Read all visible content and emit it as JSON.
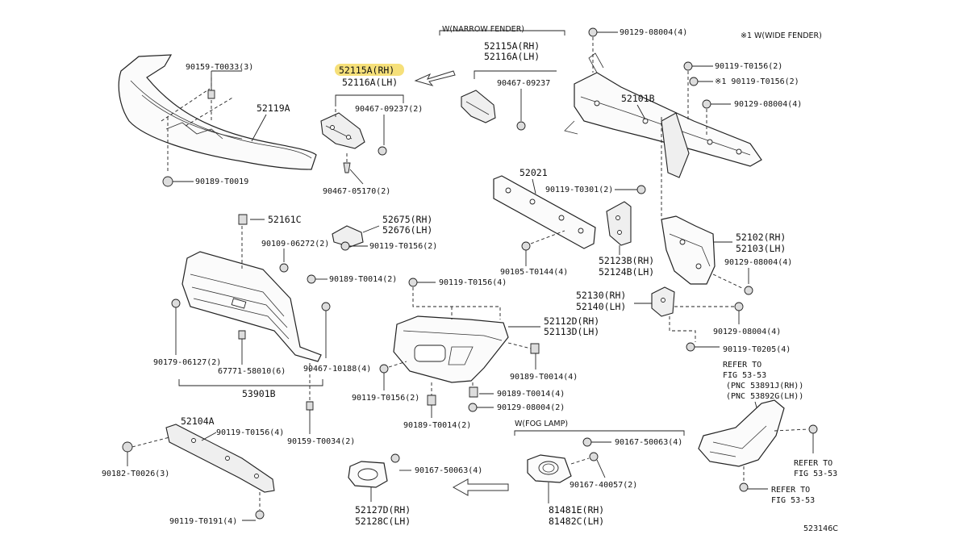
{
  "notes": {
    "narrow_fender": "W(NARROW FENDER)",
    "wide_fender": "※1 W(WIDE FENDER)",
    "fog_lamp": "W(FOG LAMP)",
    "figure_code": "523146C",
    "highlight_color": "#f6e07a"
  },
  "labels": [
    {
      "id": "52115A-rh-highlighted",
      "text": "52115A(RH)"
    },
    {
      "id": "52116A-lh",
      "text": "52116A(LH)"
    },
    {
      "id": "90159-T0033",
      "text": "90159-T0033(3)"
    },
    {
      "id": "52119A",
      "text": "52119A"
    },
    {
      "id": "90467-09237-2",
      "text": "90467-09237(2)"
    },
    {
      "id": "90189-T0019",
      "text": "90189-T0019"
    },
    {
      "id": "90467-05170",
      "text": "90467-05170(2)"
    },
    {
      "id": "nf-52115A-rh",
      "text": "52115A(RH)"
    },
    {
      "id": "nf-52116A-lh",
      "text": "52116A(LH)"
    },
    {
      "id": "nf-90467-09237",
      "text": "90467-09237"
    },
    {
      "id": "90129-08004-top",
      "text": "90129-08004(4)"
    },
    {
      "id": "90119-T0156-top",
      "text": "90119-T0156(2)"
    },
    {
      "id": "wf-90119-T0156",
      "text": "※1 90119-T0156(2)"
    },
    {
      "id": "52101B",
      "text": "52101B"
    },
    {
      "id": "90129-08004-right",
      "text": "90129-08004(4)"
    },
    {
      "id": "52021",
      "text": "52021"
    },
    {
      "id": "90119-T0301",
      "text": "90119-T0301(2)"
    },
    {
      "id": "52161C",
      "text": "52161C"
    },
    {
      "id": "52675-rh",
      "text": "52675(RH)"
    },
    {
      "id": "52676-lh",
      "text": "52676(LH)"
    },
    {
      "id": "90109-06272",
      "text": "90109-06272(2)"
    },
    {
      "id": "90119-T0156-mid",
      "text": "90119-T0156(2)"
    },
    {
      "id": "52102-rh",
      "text": "52102(RH)"
    },
    {
      "id": "52103-lh",
      "text": "52103(LH)"
    },
    {
      "id": "90129-08004-mid",
      "text": "90129-08004(4)"
    },
    {
      "id": "52123B-rh",
      "text": "52123B(RH)"
    },
    {
      "id": "52124B-lh",
      "text": "52124B(LH)"
    },
    {
      "id": "90105-T0144",
      "text": "90105-T0144(4)"
    },
    {
      "id": "90189-T0014-grille",
      "text": "90189-T0014(2)"
    },
    {
      "id": "90119-T0156-4",
      "text": "90119-T0156(4)"
    },
    {
      "id": "52130-rh",
      "text": "52130(RH)"
    },
    {
      "id": "52140-lh",
      "text": "52140(LH)"
    },
    {
      "id": "52112D-rh",
      "text": "52112D(RH)"
    },
    {
      "id": "52113D-lh",
      "text": "52113D(LH)"
    },
    {
      "id": "90129-08004-low",
      "text": "90129-08004(4)"
    },
    {
      "id": "90119-T0205",
      "text": "90119-T0205(4)"
    },
    {
      "id": "90179-06127",
      "text": "90179-06127(2)"
    },
    {
      "id": "67771-58010",
      "text": "67771-58010(6)"
    },
    {
      "id": "90467-10188",
      "text": "90467-10188(4)"
    },
    {
      "id": "90189-T0014-bumper",
      "text": "90189-T0014(4)"
    },
    {
      "id": "53901B",
      "text": "53901B"
    },
    {
      "id": "90119-T0156-2b",
      "text": "90119-T0156(2)"
    },
    {
      "id": "90189-T0014-4b",
      "text": "90189-T0014(4)"
    },
    {
      "id": "90129-08004-2",
      "text": "90129-08004(2)"
    },
    {
      "id": "90189-T0014-2c",
      "text": "90189-T0014(2)"
    },
    {
      "id": "refer-fig-top",
      "text": "REFER TO"
    },
    {
      "id": "refer-fig-top-2",
      "text": "FIG 53-53"
    },
    {
      "id": "pnc-rh",
      "text": "(PNC 53891J(RH))"
    },
    {
      "id": "pnc-lh",
      "text": "(PNC 53892G(LH))"
    },
    {
      "id": "52104A",
      "text": "52104A"
    },
    {
      "id": "90119-T0156-4b",
      "text": "90119-T0156(4)"
    },
    {
      "id": "90159-T0034",
      "text": "90159-T0034(2)"
    },
    {
      "id": "90167-50063-4",
      "text": "90167-50063(4)"
    },
    {
      "id": "90167-50063-4b",
      "text": "90167-50063(4)"
    },
    {
      "id": "90182-T0026",
      "text": "90182-T0026(3)"
    },
    {
      "id": "90167-40057",
      "text": "90167-40057(2)"
    },
    {
      "id": "refer-right-1",
      "text": "REFER TO"
    },
    {
      "id": "refer-right-1b",
      "text": "FIG 53-53"
    },
    {
      "id": "refer-right-2",
      "text": "REFER TO"
    },
    {
      "id": "refer-right-2b",
      "text": "FIG 53-53"
    },
    {
      "id": "90119-T0191",
      "text": "90119-T0191(4)"
    },
    {
      "id": "52127D-rh",
      "text": "52127D(RH)"
    },
    {
      "id": "52128C-lh",
      "text": "52128C(LH)"
    },
    {
      "id": "81481E-rh",
      "text": "81481E(RH)"
    },
    {
      "id": "81482C-lh",
      "text": "81482C(LH)"
    }
  ]
}
